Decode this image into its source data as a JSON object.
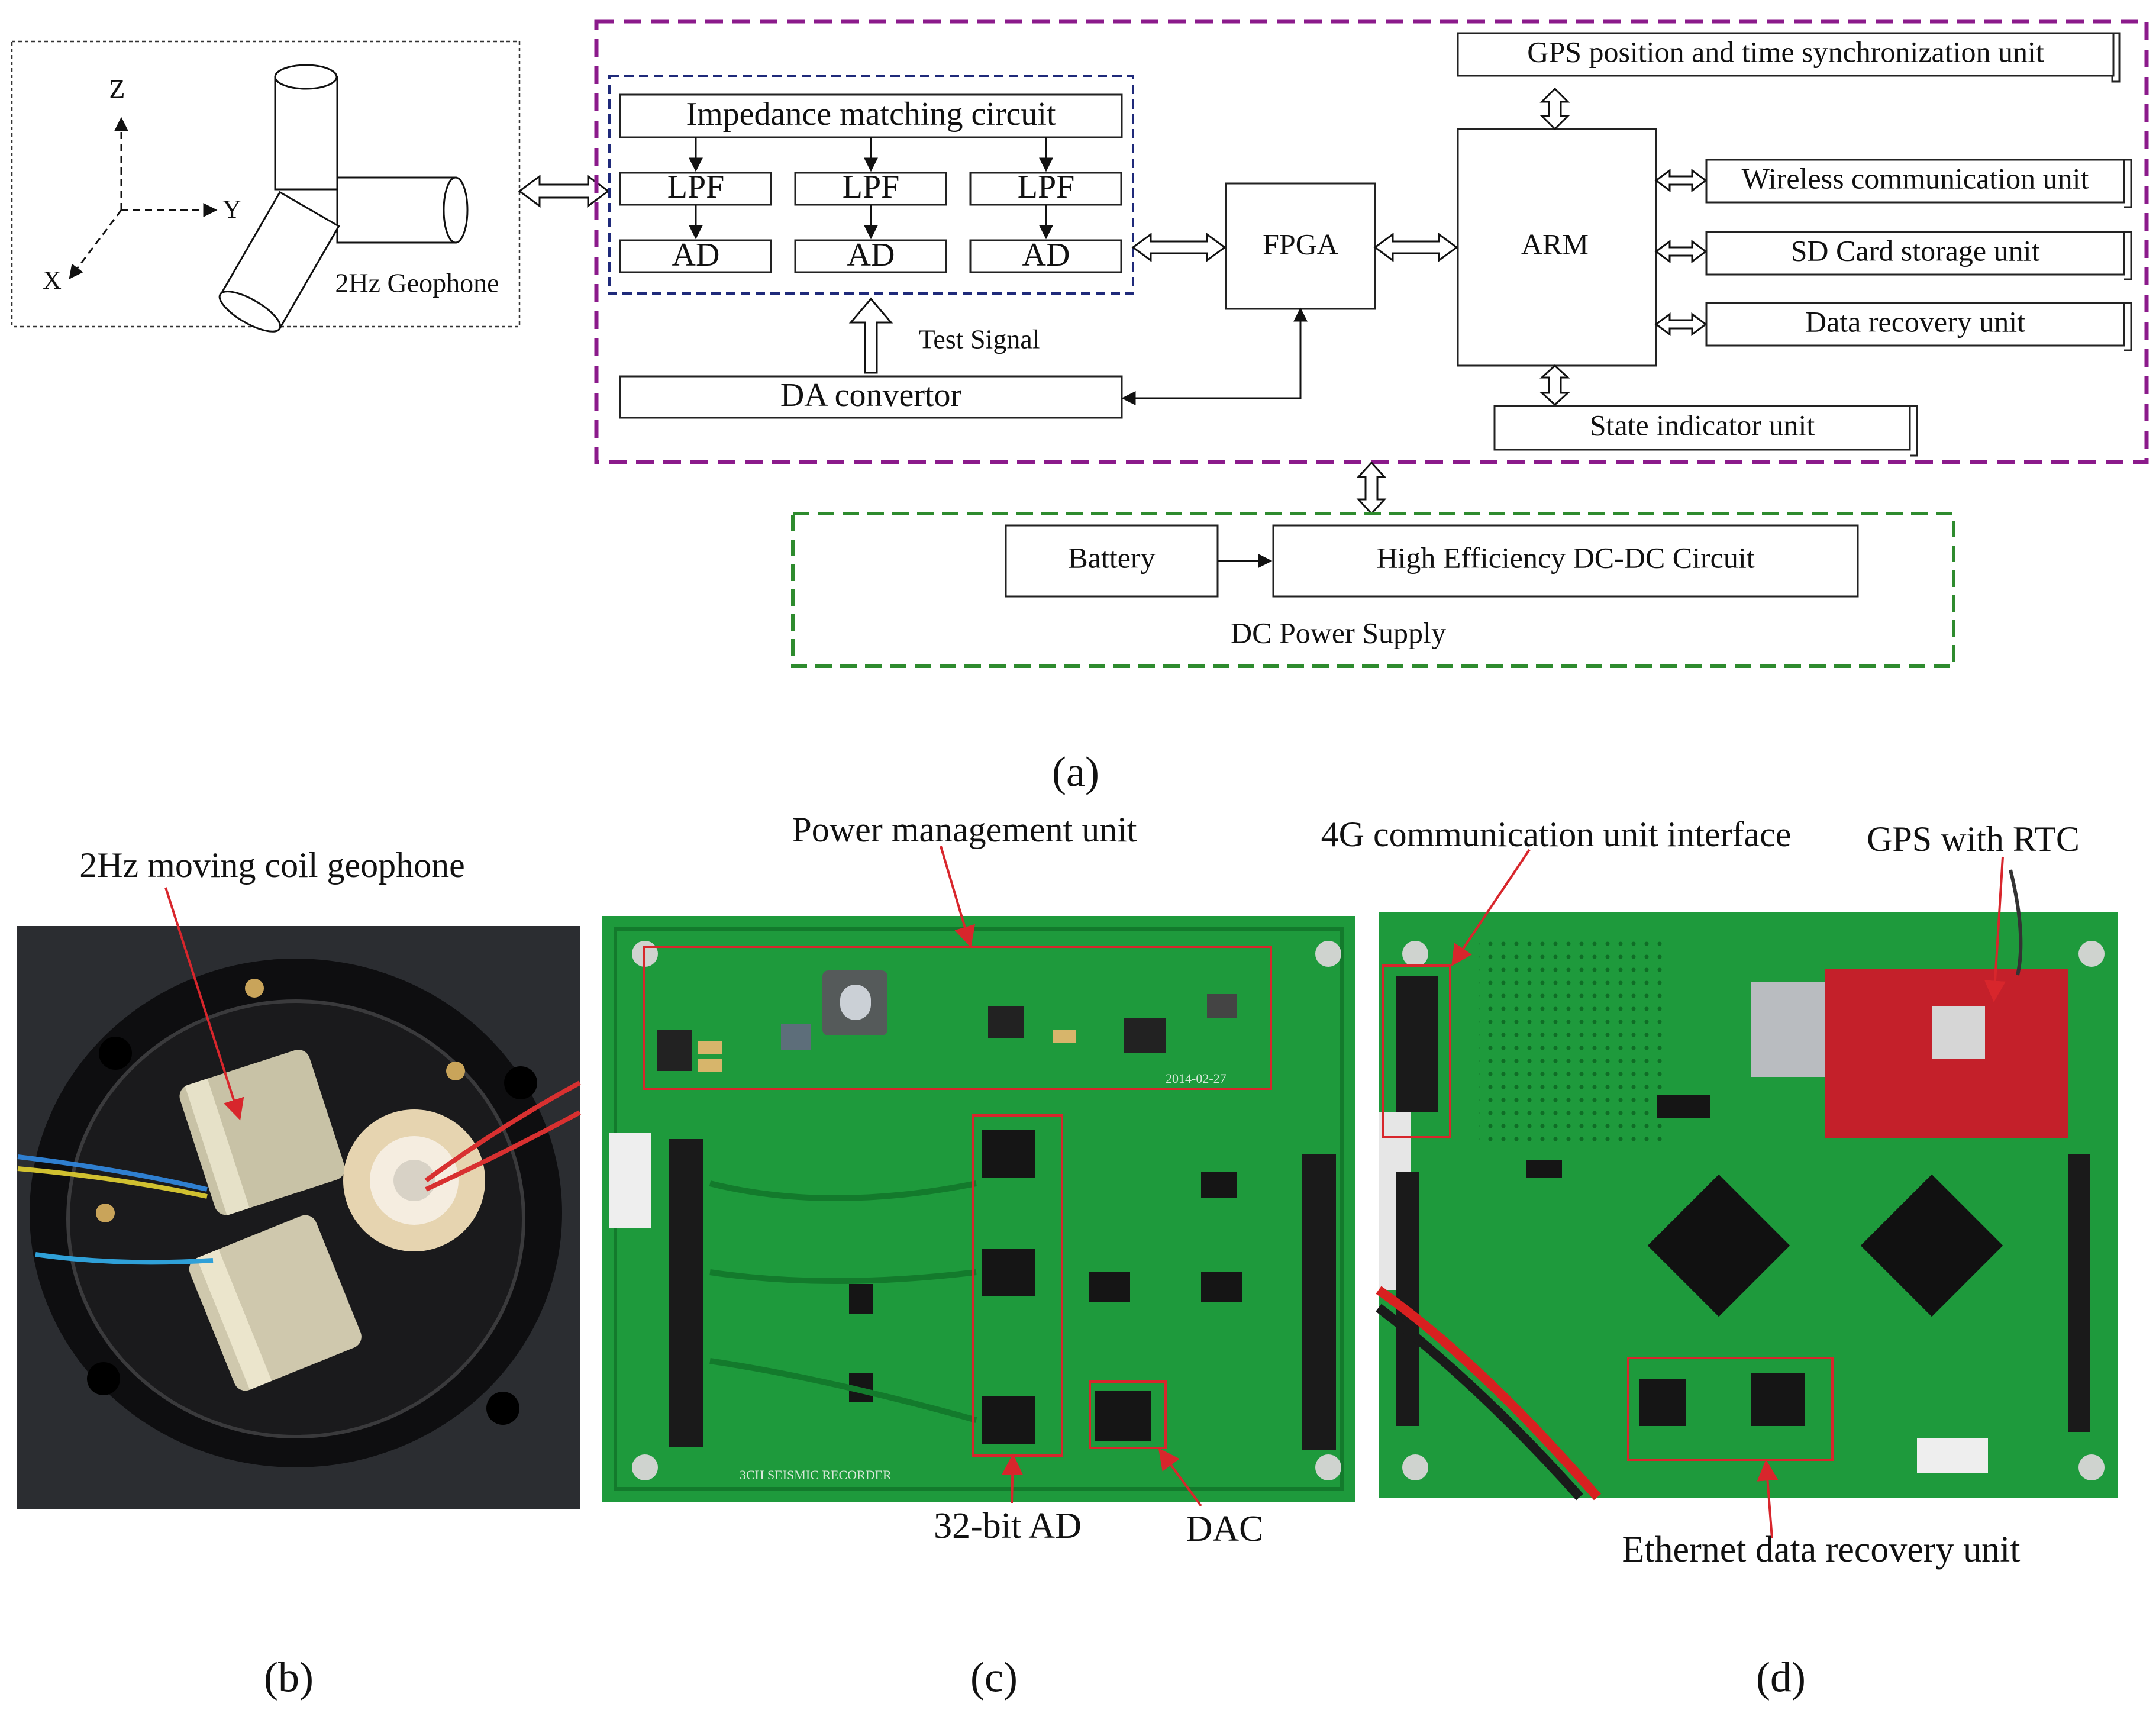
{
  "panel_a": {
    "geophone": {
      "axis_z": "Z",
      "axis_y": "Y",
      "axis_x": "X",
      "label": "2Hz Geophone"
    },
    "blocks": {
      "impedance": "Impedance matching circuit",
      "lpf": "LPF",
      "ad": "AD",
      "da": "DA convertor",
      "test_signal": "Test Signal",
      "fpga": "FPGA",
      "arm": "ARM",
      "gps": "GPS position and time synchronization unit",
      "wireless": "Wireless communication unit",
      "sd": "SD Card storage unit",
      "recovery": "Data recovery unit",
      "state": "State indicator unit",
      "battery": "Battery",
      "dcdc": "High Efficiency DC-DC Circuit",
      "power_supply": "DC Power Supply"
    },
    "caption": "(a)"
  },
  "panel_b": {
    "label": "2Hz moving coil geophone",
    "caption": "(b)"
  },
  "panel_c": {
    "power_label": "Power management unit",
    "ad_label": "32-bit AD",
    "dac_label": "DAC",
    "board_text": "3CH SEISMIC RECORDER",
    "date_text": "2014-02-27",
    "caption": "(c)"
  },
  "panel_d": {
    "comm_label": "4G communication unit interface",
    "gps_label": "GPS with RTC",
    "eth_label": "Ethernet data recovery unit",
    "caption": "(d)"
  },
  "colors": {
    "purple_frame": "#8B1A8B",
    "navy_frame": "#1F2A7A",
    "green_frame": "#2E8B2E",
    "pcb_green": "#1E9A3C",
    "pcb_dark": "#137A2C",
    "annotation_red": "#D8262C"
  }
}
